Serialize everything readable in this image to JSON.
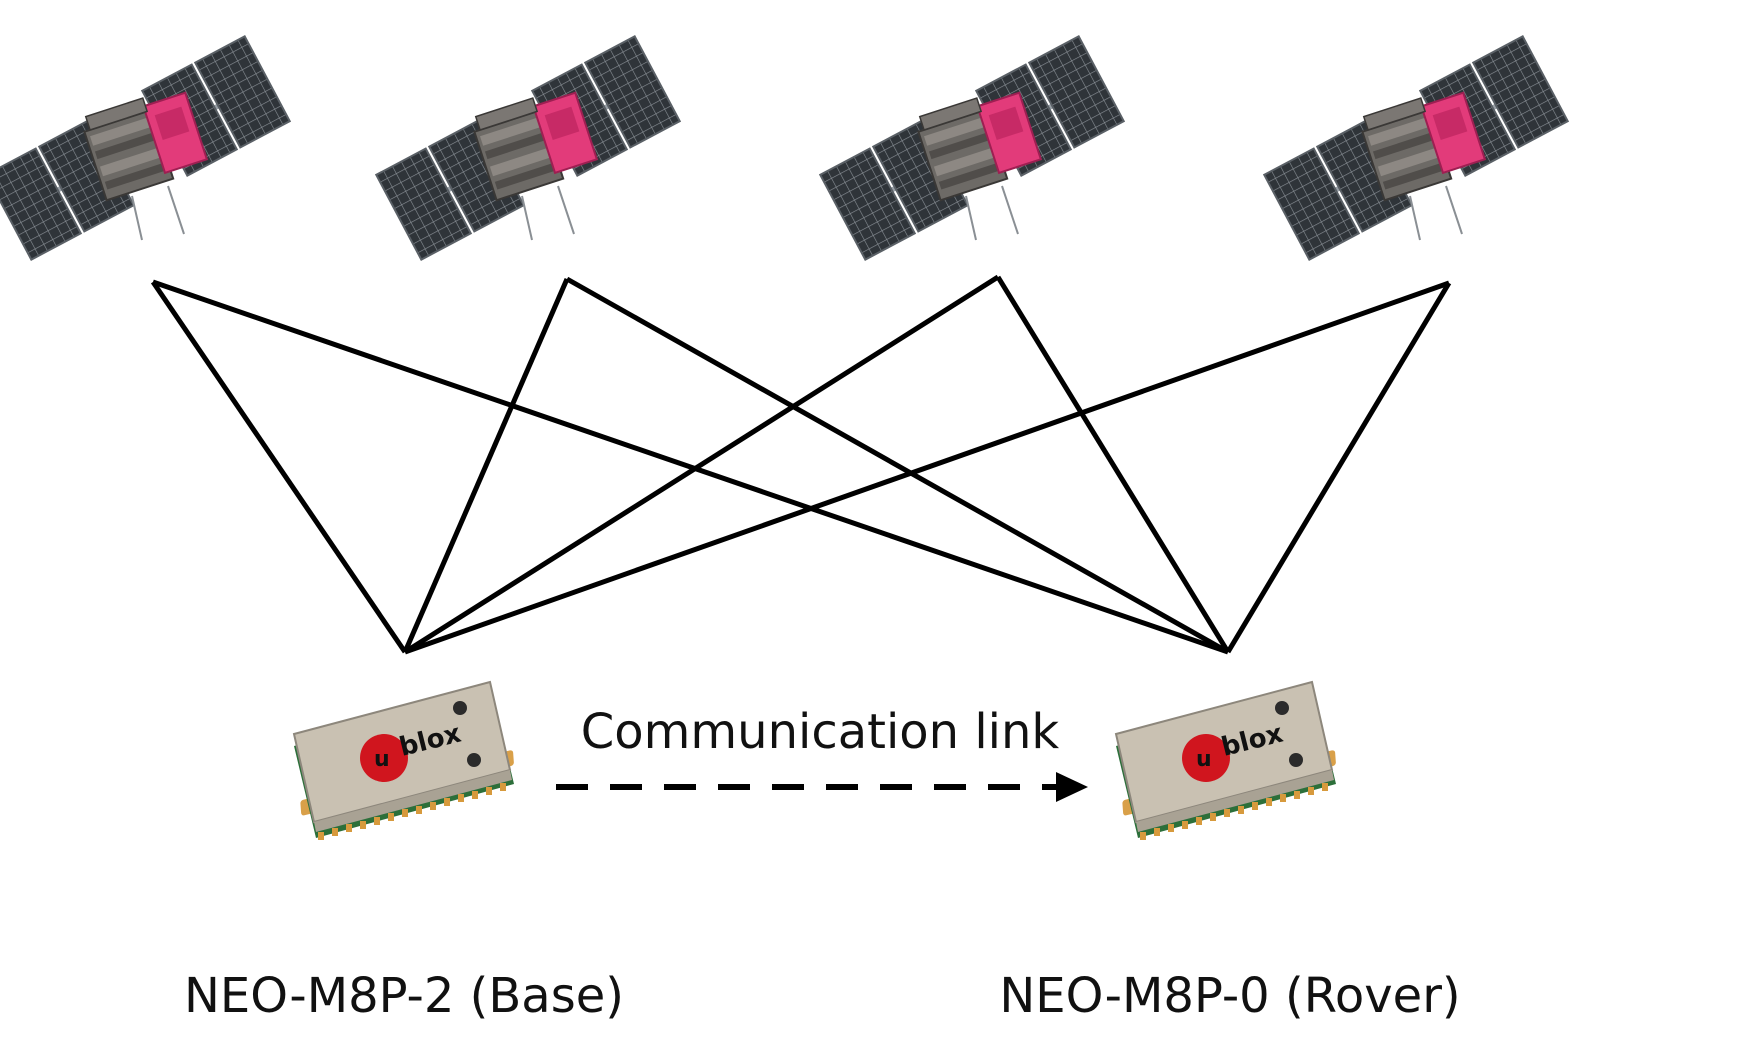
{
  "diagram": {
    "satellites": [
      {
        "id": "sat-1"
      },
      {
        "id": "sat-2"
      },
      {
        "id": "sat-3"
      },
      {
        "id": "sat-4"
      }
    ],
    "receivers": [
      {
        "id": "base",
        "label": "NEO-M8P-2 (Base)",
        "logo_text": "blox",
        "logo_letter": "u"
      },
      {
        "id": "rover",
        "label": "NEO-M8P-0 (Rover)",
        "logo_text": "blox",
        "logo_letter": "u"
      }
    ],
    "link": {
      "label": "Communication link",
      "style": "dashed",
      "direction": "base-to-rover"
    },
    "colors": {
      "lines": "#000000",
      "panel": "#2e3338",
      "panel_grid": "#8a9096",
      "satellite_body": "#e23b7a",
      "module_shell": "#c7bfb1",
      "logo_red": "#d0151e"
    }
  }
}
